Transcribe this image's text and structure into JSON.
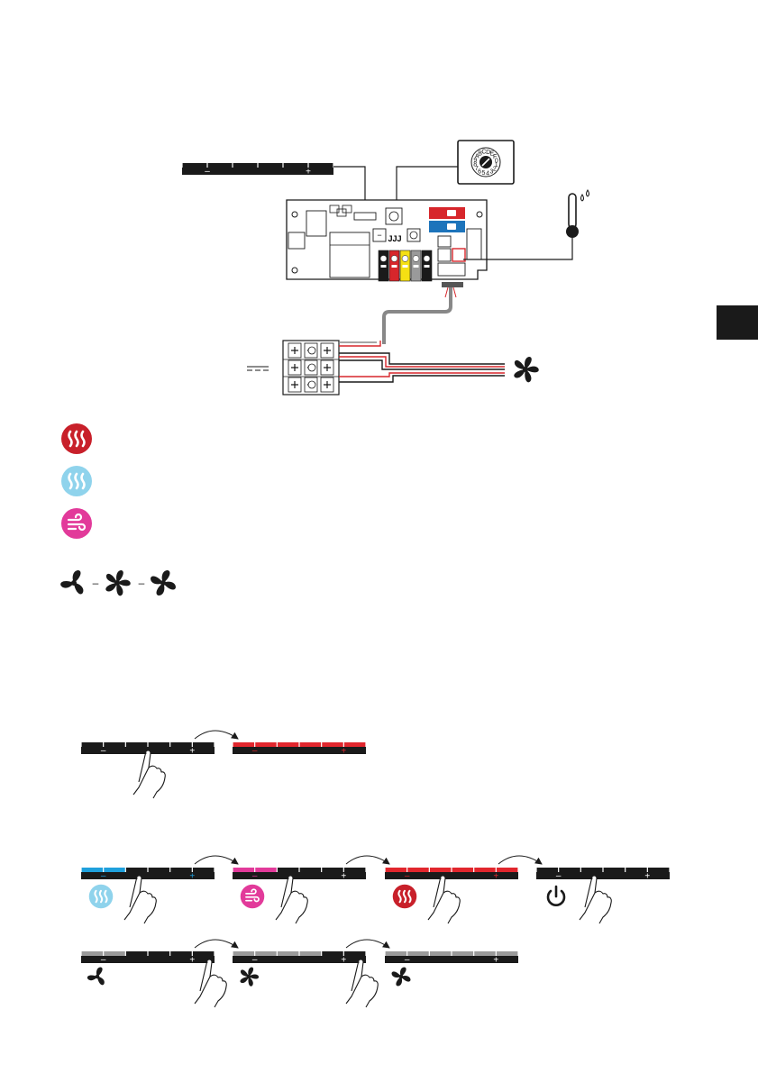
{
  "side_tab": {
    "label": ""
  },
  "legend": {
    "items": [
      {
        "icon": "heating-icon",
        "color": "#c8202a"
      },
      {
        "icon": "cooling-icon",
        "color": "#8fd3ec"
      },
      {
        "icon": "ventilation-icon",
        "color": "#e23a9a"
      },
      {
        "icon": "fan-speed-icon",
        "color": "#1a1a1a",
        "separator": "–"
      }
    ]
  },
  "touch_panel": {
    "minus_label": "–",
    "plus_label": "+"
  },
  "colors": {
    "dark": "#1a1a1a",
    "heat": "#e1262d",
    "cool": "#1fa0dc",
    "vent": "#e23a9a",
    "gray": "#9a9a9a",
    "board_red": "#d7262b",
    "board_blue": "#1d74bb",
    "term_yellow": "#f5e013"
  },
  "rotary_switch": {
    "dial_labels": [
      "C",
      "D",
      "E",
      "F",
      "0",
      "1",
      "2",
      "3",
      "4",
      "5",
      "6",
      "7",
      "8",
      "9",
      "A",
      "B"
    ]
  },
  "board": {
    "chip_label": "JJJ"
  },
  "sequence_rows": [
    {
      "steps": [
        {
          "state": "dark"
        },
        {
          "state": "heat"
        }
      ]
    },
    {
      "steps": [
        {
          "state": "cool"
        },
        {
          "state": "vent"
        },
        {
          "state": "heat"
        },
        {
          "state": "off"
        }
      ]
    },
    {
      "steps": [
        {
          "state": "fan-1"
        },
        {
          "state": "fan-2"
        },
        {
          "state": "fan-3"
        }
      ]
    }
  ]
}
